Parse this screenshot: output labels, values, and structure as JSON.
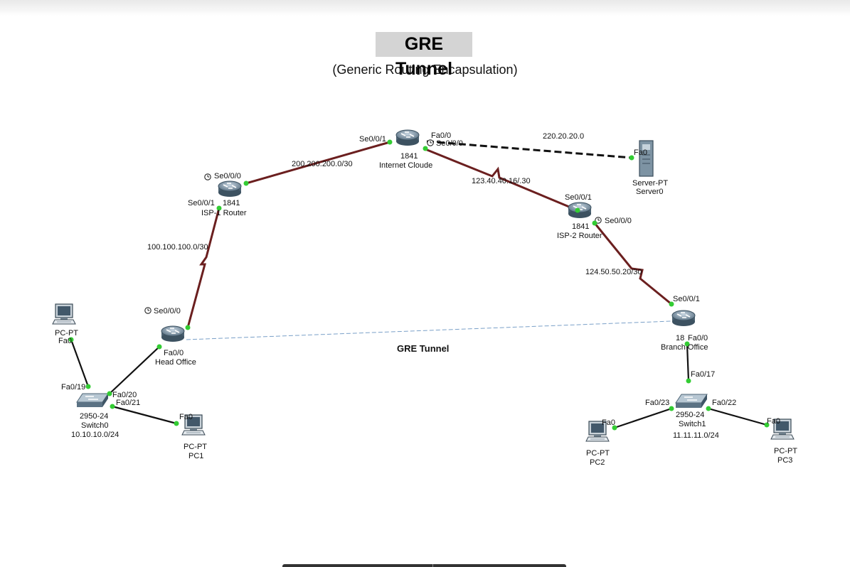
{
  "header": {
    "title": "GRE Tunnel",
    "subtitle": "(Generic Routing Encapsulation)"
  },
  "colors": {
    "serial_link": "#6b1f1f",
    "ethernet_link": "#111111",
    "tunnel": "#7aa0c8",
    "port_dot": "#33cc33",
    "title_bg": "#d4d4d4"
  },
  "devices": {
    "internet_cloud": {
      "model": "1841",
      "name": "Internet Cloude"
    },
    "isp1": {
      "model": "1841",
      "model_prefix": "Se0/0/1",
      "name": "ISP-1 Router"
    },
    "isp2": {
      "model": "1841",
      "name": "ISP-2 Router"
    },
    "head_office": {
      "name": "Head Office"
    },
    "branch_office": {
      "model": "18",
      "name": "Branch Office"
    },
    "server": {
      "model": "Server-PT",
      "name": "Server0"
    },
    "switch0": {
      "model": "2950-24",
      "name": "Switch0",
      "network": "10.10.10.0/24"
    },
    "switch1": {
      "model": "2950-24",
      "name": "Switch1",
      "network": "11.11.11.0/24"
    },
    "pc0": {
      "model": "PC-PT"
    },
    "pc1": {
      "model": "PC-PT",
      "name": "PC1"
    },
    "pc2": {
      "model": "PC-PT",
      "name": "PC2"
    },
    "pc3": {
      "model": "PC-PT",
      "name": "PC3"
    }
  },
  "networks": {
    "isp1_internet": "200.200.200.0/30",
    "head_isp1": "100.100.100.0/30",
    "internet_isp2": "123.40.40.16/.30",
    "isp2_branch": "124.50.50.20/30",
    "internet_server": "220.20.20.0",
    "tunnel": "GRE Tunnel"
  },
  "ports": {
    "internet_se001": "Se0/0/1",
    "internet_fa00": "Fa0/0",
    "internet_se000": "Se0/0/0",
    "isp1_se000": "Se0/0/0",
    "isp2_se001": "Se0/0/1",
    "isp2_se000": "Se0/0/0",
    "head_se000": "Se0/0/0",
    "head_fa00": "Fa0/0",
    "branch_se001": "Se0/0/1",
    "branch_fa00": "Fa0/0",
    "server_fa0": "Fa0",
    "pc0_fa0": "Fa0",
    "sw0_fa019": "Fa0/19",
    "sw0_fa020": "Fa0/20",
    "sw0_fa021": "Fa0/21",
    "pc1_fa0": "Fa0",
    "sw1_fa017": "Fa0/17",
    "sw1_fa023": "Fa0/23",
    "sw1_fa022": "Fa0/22",
    "pc2_fa0": "Fa0",
    "pc3_fa0": "Fa0"
  }
}
